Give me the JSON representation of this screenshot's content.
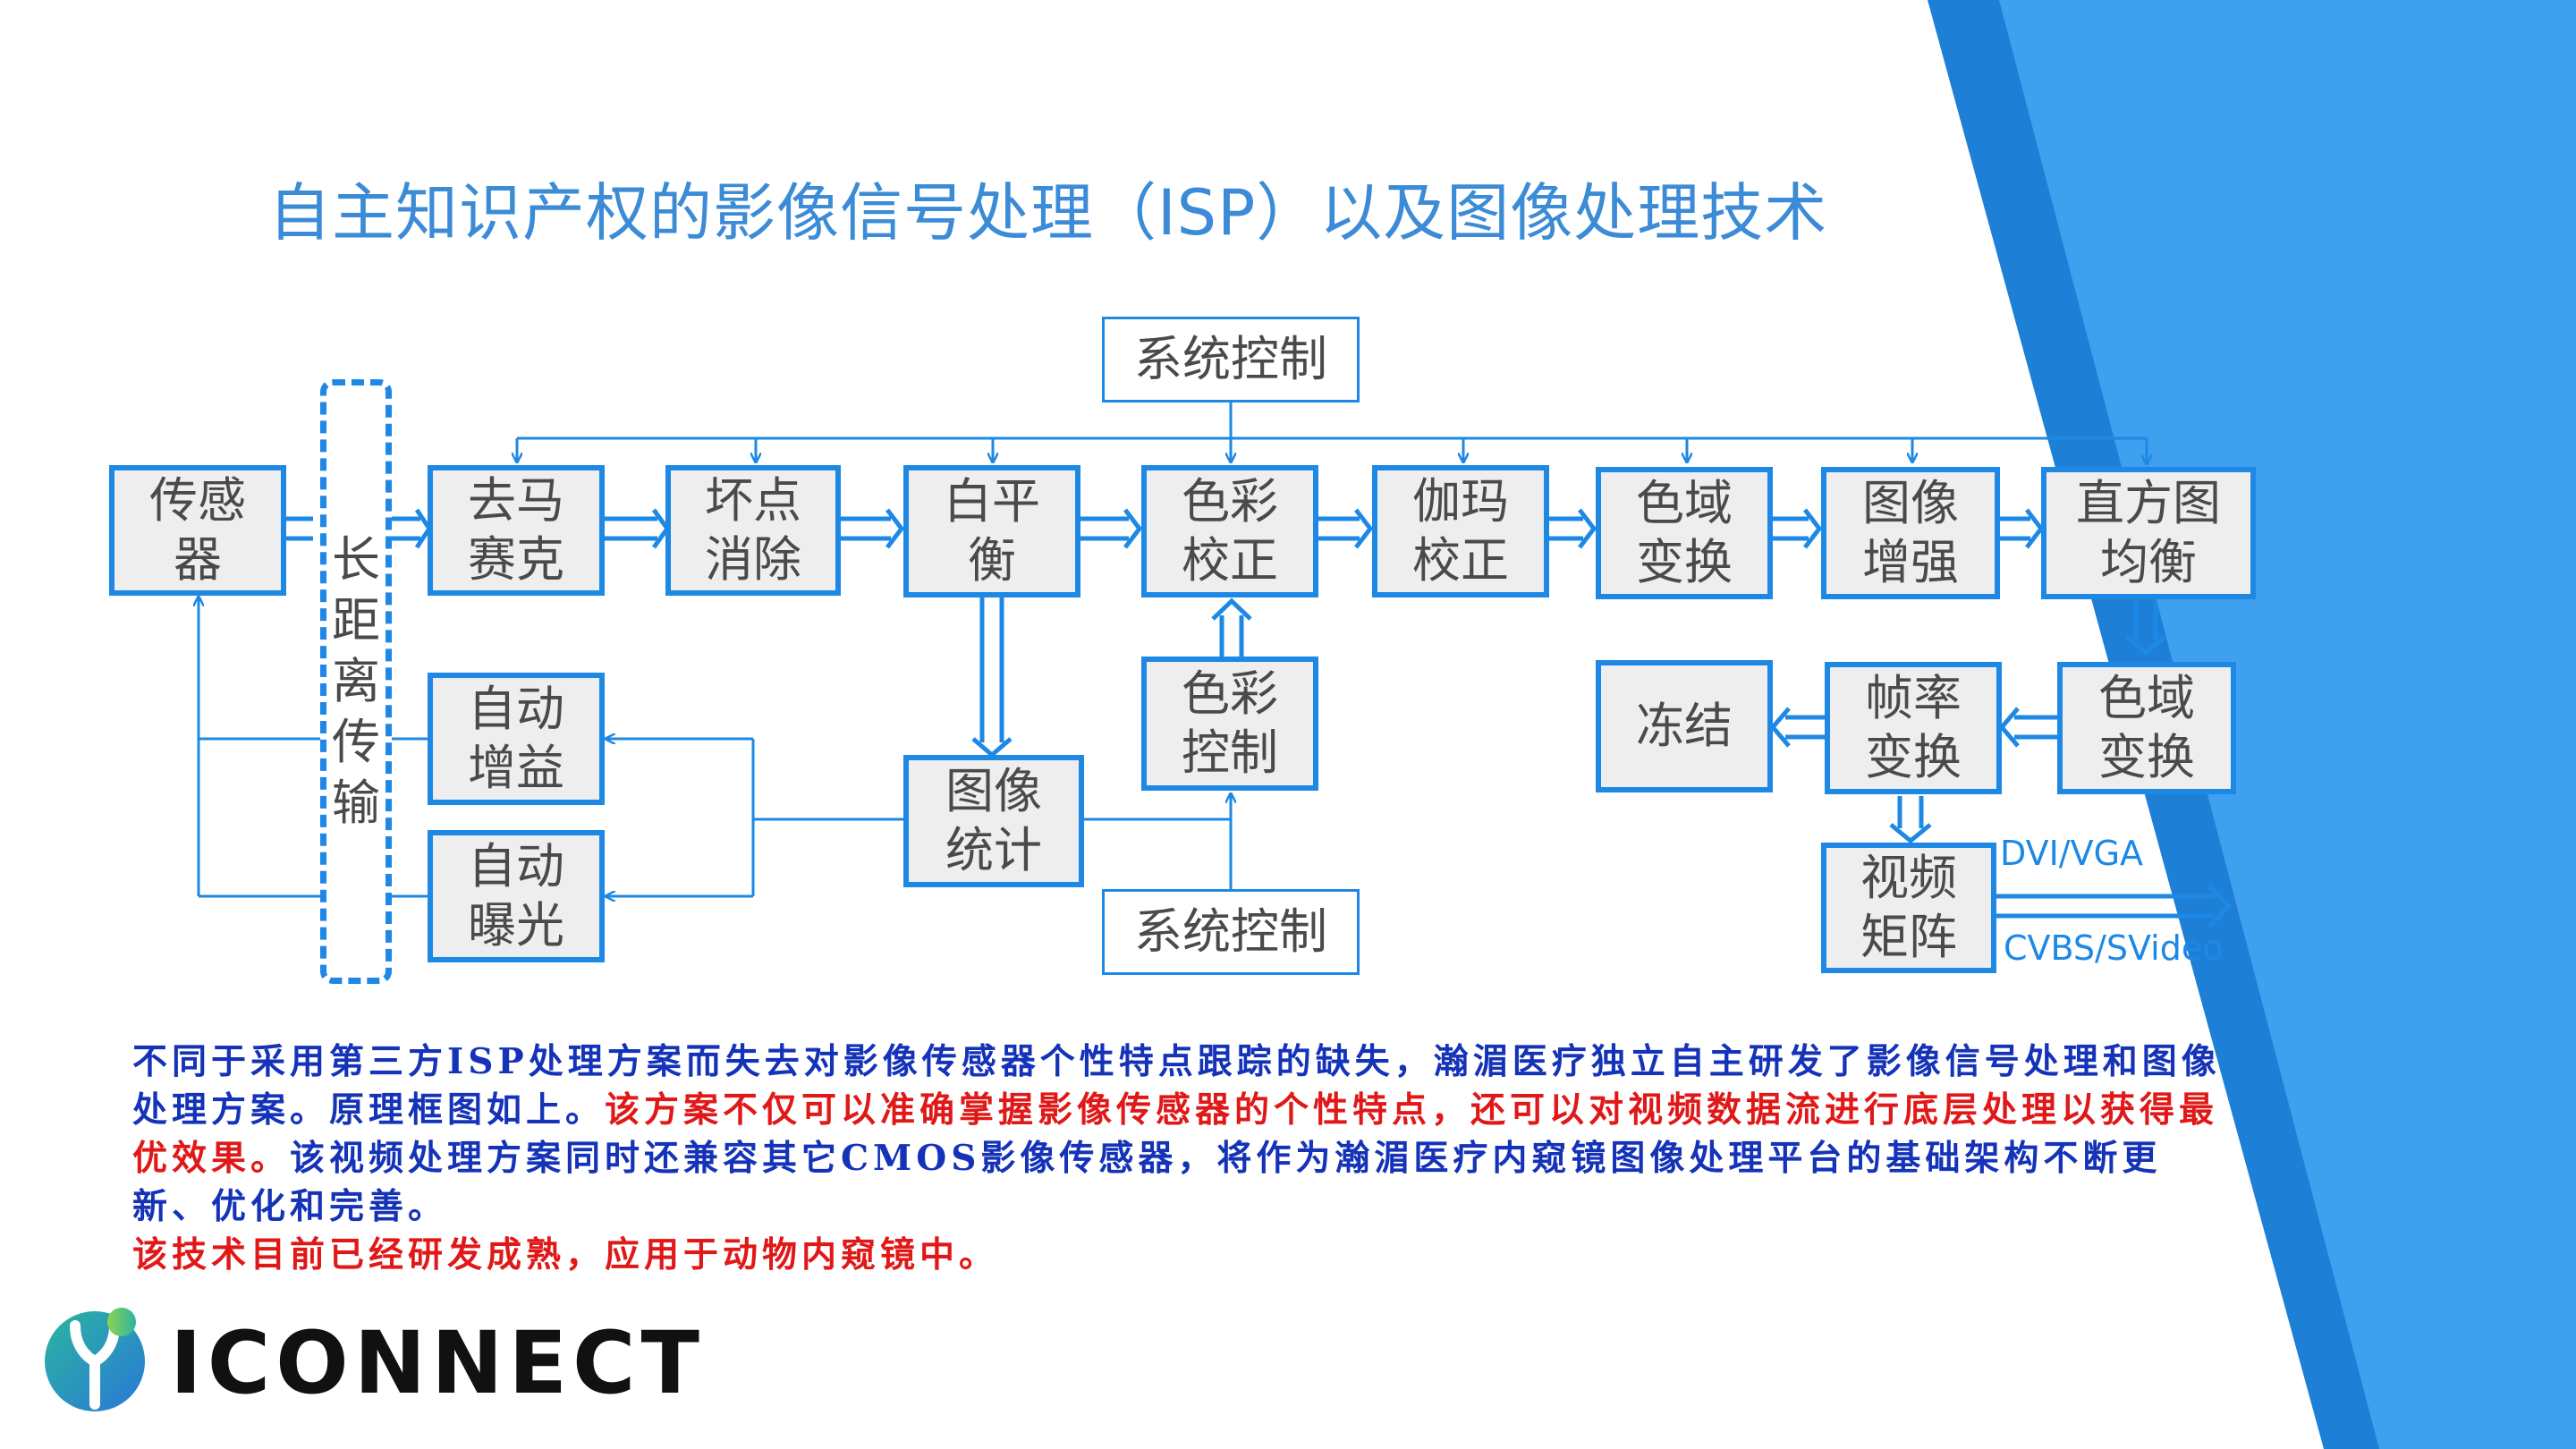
{
  "title": "自主知识产权的影像信号处理（ISP）以及图像处理技术",
  "blocks": {
    "sensor": "传感器",
    "long_transfer": "长距离传输",
    "demosaic": "去马赛克",
    "defect": "坏点消除",
    "awb": "白平衡",
    "ccm": "色彩校正",
    "gamma": "伽玛校正",
    "csc1": "色域变换",
    "enhance": "图像增强",
    "histeq": "直方图均衡",
    "agc": "自动增益",
    "ae": "自动曝光",
    "stats": "图像统计",
    "color_ctrl": "色彩控制",
    "sysctrl_top": "系统控制",
    "sysctrl_bottom": "系统控制",
    "freeze": "冻结",
    "fps": "帧率变换",
    "csc2": "色域变换",
    "matrix": "视频矩阵"
  },
  "outputs": {
    "dvi": "DVI/VGA",
    "cvbs": "CVBS/SVideo"
  },
  "description": {
    "p1_blue": "不同于采用第三方ISP处理方案而失去对影像传感器个性特点跟踪的缺失，瀚湄医疗独立自主研发了影像信号处理和图像处理方案。原理框图如上。",
    "p1_red": "该方案不仅可以准确掌握影像传感器的个性特点，还可以对视频数据流进行底层处理以获得最优效果。",
    "p1_blue2": "该视频处理方案同时还兼容其它CMOS影像传感器，将作为瀚湄医疗内窥镜图像处理平台的基础架构不断更新、优化和完善。",
    "p2_red": "该技术目前已经研发成熟，应用于动物内窥镜中。"
  },
  "logo": {
    "text": "ICONNECT"
  },
  "colors": {
    "accent": "#1e88e5",
    "title": "#3b8bd6",
    "blue_text": "#1533b8",
    "red_text": "#e01818",
    "box_fill": "#eeeeee"
  }
}
